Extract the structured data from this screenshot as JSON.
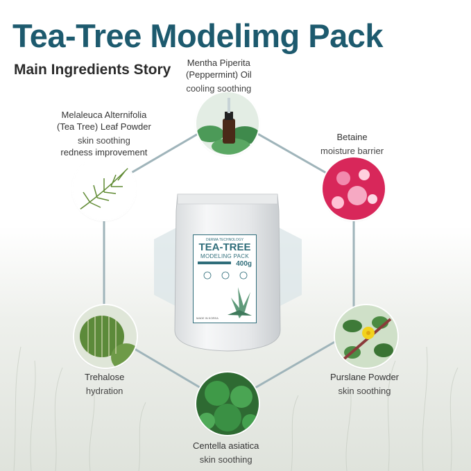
{
  "header": {
    "title": "Tea-Tree Modelimg Pack",
    "subtitle": "Main Ingredients Story"
  },
  "ingredients": [
    {
      "id": "peppermint",
      "name_lines": [
        "Mentha Piperita",
        "(Peppermint) Oil"
      ],
      "desc_lines": [
        "cooling soothing"
      ],
      "icon": "peppermint-oil-icon"
    },
    {
      "id": "betaine",
      "name_lines": [
        "Betaine"
      ],
      "desc_lines": [
        "moisture barrier"
      ],
      "icon": "betaine-icon"
    },
    {
      "id": "purslane",
      "name_lines": [
        "Purslane Powder"
      ],
      "desc_lines": [
        "skin soothing"
      ],
      "icon": "purslane-icon"
    },
    {
      "id": "centella",
      "name_lines": [
        "Centella asiatica"
      ],
      "desc_lines": [
        "skin soothing"
      ],
      "icon": "centella-icon"
    },
    {
      "id": "trehalose",
      "name_lines": [
        "Trehalose"
      ],
      "desc_lines": [
        "hydration"
      ],
      "icon": "cactus-icon"
    },
    {
      "id": "teatree",
      "name_lines": [
        "Melaleuca Alternifolia",
        "(Tea Tree) Leaf Powder"
      ],
      "desc_lines": [
        "skin soothing",
        "redness improvement"
      ],
      "icon": "tea-tree-leaf-icon"
    }
  ],
  "product": {
    "top_text": "DERMA TECHNOLOGY",
    "brand": "TEA-TREE",
    "sub": "MODELING PACK",
    "weight": "400g",
    "made_in": "MADE IN KOREA"
  },
  "colors": {
    "title": "#1d5a6e",
    "hex_line": "#9fb4ba",
    "accent": "#2f6d7a"
  }
}
